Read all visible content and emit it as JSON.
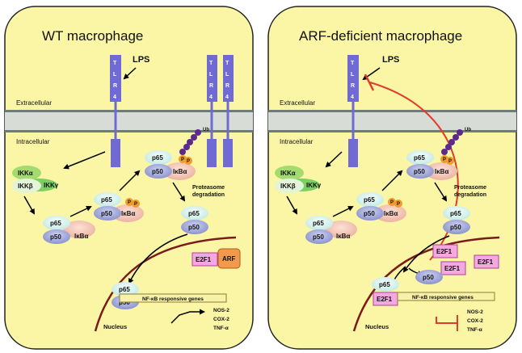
{
  "panels": {
    "left": {
      "title": "WT macrophage",
      "lps": "LPS",
      "extracellular": "Extracellular",
      "intracellular": "Intracellular",
      "tlr4": [
        "T",
        "L",
        "R",
        "4"
      ],
      "ikka": "IKKα",
      "ikkb": "IKKβ",
      "ikkg": "IKKγ",
      "p65": "p65",
      "p50": "p50",
      "ikba": "IκBα",
      "phos": "P",
      "ub": "Ub",
      "proteasome": "Proteasome",
      "degradation": "degradation",
      "e2f1": "E2F1",
      "arf": "ARF",
      "genes_bar": "NF-κB responsive genes",
      "nucleus": "Nucleus",
      "genes": [
        "NOS-2",
        "COX-2",
        "TNF-α"
      ]
    },
    "right": {
      "title": "ARF-deficient macrophage",
      "lps": "LPS",
      "extracellular": "Extracellular",
      "intracellular": "Intracellular",
      "tlr4": [
        "T",
        "L",
        "R",
        "4"
      ],
      "ikka": "IKKα",
      "ikkb": "IKKβ",
      "ikkg": "IKKγ",
      "p65": "p65",
      "p50": "p50",
      "ikba": "IκBα",
      "phos": "P",
      "ub": "Ub",
      "proteasome": "Proteasome",
      "degradation": "degradation",
      "e2f1": "E2F1",
      "genes_bar": "NF-κB responsive genes",
      "nucleus": "Nucleus",
      "genes": [
        "NOS-2",
        "COX-2",
        "TNF-α"
      ]
    }
  },
  "colors": {
    "cell": "#fbf6a6",
    "membrane": "#d8dcd6",
    "tlr": "#6f6ad4",
    "p65": "#d6f1ec",
    "p50": "#9ea6d8",
    "ikba": "#f2c2b3",
    "ikka": "#a4db6e",
    "ikkg": "#7ccf63",
    "phos": "#f09a2a",
    "ub": "#5c2a8e",
    "e2f1": "#f3a8df",
    "arf": "#f29a4a",
    "nucleus_line": "#7a1a1a",
    "inhibition": "#e03c2c"
  }
}
